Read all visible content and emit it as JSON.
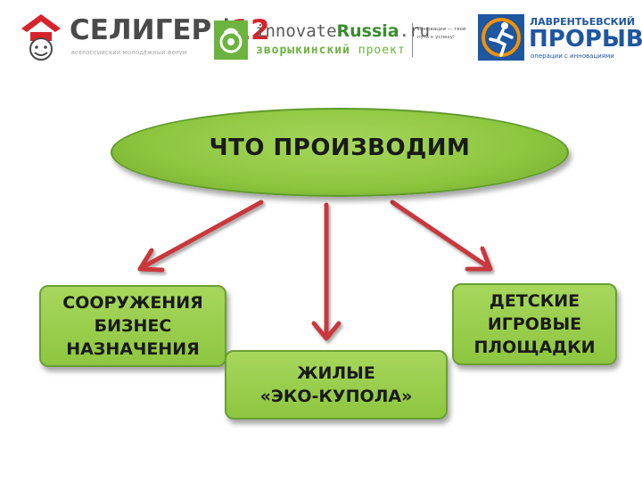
{
  "logos": {
    "seliger": {
      "name_main": "СЕЛИГЕР",
      "name_num": "12",
      "tagline": "ВСЕРОССИЙСКИЙ МОЛОДЁЖНЫЙ ФОРУМ"
    },
    "innovate": {
      "line1_a": "innovate",
      "line1_b": "Russia",
      "line1_c": ".ru",
      "line2_a": "зворыкинский",
      "line2_b": " проект",
      "slogan": "Инновации — твой путь к успеху!"
    },
    "lavrentyev": {
      "line1": "ЛАВРЕНТЬЕВСКИЙ",
      "line2": "ПРОРЫВ",
      "line3": "операции с инновациями"
    }
  },
  "diagram": {
    "root": "ЧТО ПРОИЗВОДИМ",
    "children": [
      {
        "label": "СООРУЖЕНИЯ\nБИЗНЕС\nНАЗНАЧЕНИЯ"
      },
      {
        "label": "ЖИЛЫЕ\n«ЭКО-КУПОЛА»"
      },
      {
        "label": "ДЕТСКИЕ\nИГРОВЫЕ\nПЛОЩАДКИ"
      }
    ]
  },
  "colors": {
    "node_fill": "#8dc63f",
    "node_border": "#5f9a2a",
    "arrow": "#c8393c"
  }
}
